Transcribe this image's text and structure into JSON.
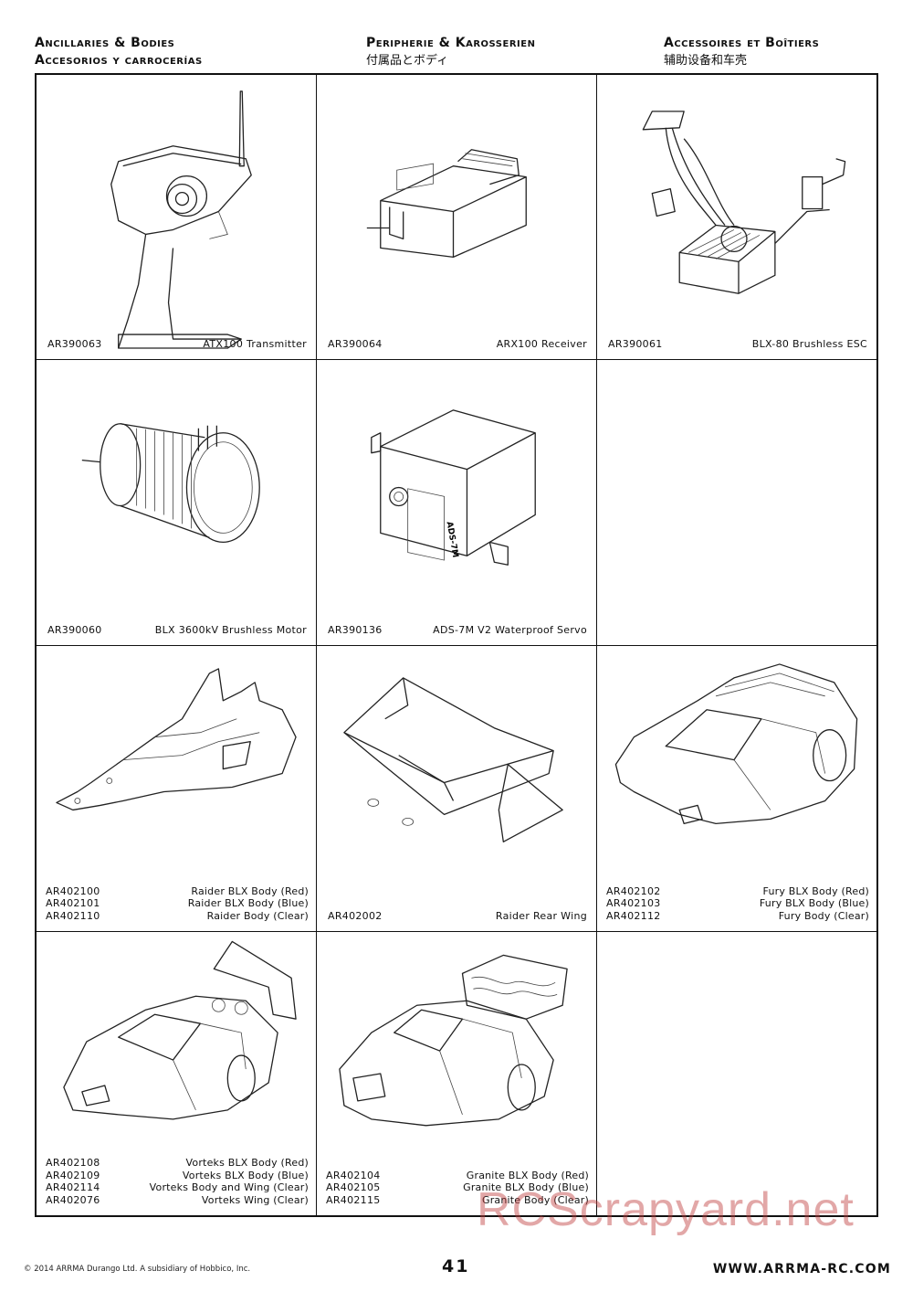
{
  "headers": [
    {
      "title": "Ancillaries & Bodies",
      "subtitle": "Accesorios y carrocerías"
    },
    {
      "title": "Peripherie & Karosserien",
      "subtitle": "付属品とボディ"
    },
    {
      "title": "Accessoires et Boîtiers",
      "subtitle": "辅助设备和车壳"
    }
  ],
  "cells": [
    {
      "items": [
        {
          "code": "AR390063",
          "name": "ATX100 Transmitter"
        }
      ]
    },
    {
      "items": [
        {
          "code": "AR390064",
          "name": "ARX100 Receiver"
        }
      ]
    },
    {
      "items": [
        {
          "code": "AR390061",
          "name": "BLX-80 Brushless ESC"
        }
      ]
    },
    {
      "items": [
        {
          "code": "AR390060",
          "name": "BLX 3600kV Brushless Motor"
        }
      ]
    },
    {
      "items": [
        {
          "code": "AR390136",
          "name": "ADS-7M V2 Waterproof Servo"
        }
      ]
    },
    {
      "items": []
    },
    {
      "items": [
        {
          "code": "AR402100",
          "name": "Raider BLX Body (Red)"
        },
        {
          "code": "AR402101",
          "name": "Raider BLX Body (Blue)"
        },
        {
          "code": "AR402110",
          "name": "Raider Body (Clear)"
        }
      ]
    },
    {
      "items": [
        {
          "code": "AR402002",
          "name": "Raider Rear Wing"
        }
      ]
    },
    {
      "items": [
        {
          "code": "AR402102",
          "name": "Fury BLX Body (Red)"
        },
        {
          "code": "AR402103",
          "name": "Fury BLX Body (Blue)"
        },
        {
          "code": "AR402112",
          "name": "Fury Body (Clear)"
        }
      ]
    },
    {
      "items": [
        {
          "code": "AR402108",
          "name": "Vorteks BLX Body (Red)"
        },
        {
          "code": "AR402109",
          "name": "Vorteks BLX Body (Blue)"
        },
        {
          "code": "AR402114",
          "name": "Vorteks Body and Wing (Clear)"
        },
        {
          "code": "AR402076",
          "name": "Vorteks Wing (Clear)"
        }
      ]
    },
    {
      "items": [
        {
          "code": "AR402104",
          "name": "Granite BLX Body (Red)"
        },
        {
          "code": "AR402105",
          "name": "Granite BLX Body (Blue)"
        },
        {
          "code": "AR402115",
          "name": "Granite Body (Clear)"
        }
      ]
    },
    {
      "items": []
    }
  ],
  "footer": {
    "copyright": "© 2014 ARRMA Durango Ltd. A subsidiary of Hobbico, Inc.",
    "page": "41",
    "url": "WWW.ARRMA-RC.COM"
  },
  "watermark": "RCScrapyard.net",
  "servo_label": "ADS-7M"
}
